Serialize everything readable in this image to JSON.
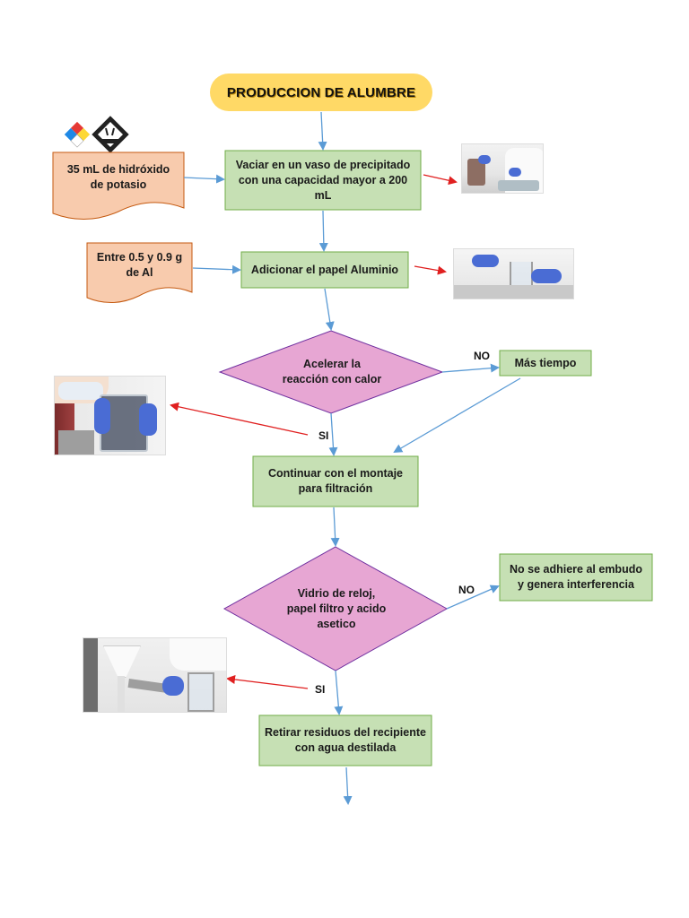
{
  "title": "PRODUCCION DE ALUMBRE",
  "inputs": {
    "koh": "35 mL de hidróxido\nde potasio",
    "al": "Entre 0.5 y 0.9 g\nde Al"
  },
  "steps": {
    "vaciar": "Vaciar en un vaso de precipitado\ncon una capacidad mayor a 200\nmL",
    "adicionar": "Adicionar el papel Aluminio",
    "continuar": "Continuar con el montaje\npara filtración",
    "retirar": "Retirar residuos del recipiente\ncon agua destilada"
  },
  "decisions": {
    "acelerar": "Acelerar la\nreacción con calor",
    "vidrio": "Vidrio de reloj,\npapel filtro y acido\nasetico"
  },
  "outcomes": {
    "mas_tiempo": "Más tiempo",
    "no_adhiere": "No se adhiere al embudo\ny genera interferencia"
  },
  "labels": {
    "no1": "NO",
    "si1": "SI",
    "no2": "NO",
    "si2": "SI"
  },
  "colors": {
    "process_fill": "#c6e0b4",
    "process_stroke": "#70ad47",
    "input_fill": "#f8cbad",
    "input_stroke": "#c55a11",
    "decision_fill": "#e7a6d3",
    "decision_stroke": "#7030a0",
    "title_fill": "#ffd966",
    "flow_arrow": "#5b9bd5",
    "photo_arrow": "#e02020"
  }
}
